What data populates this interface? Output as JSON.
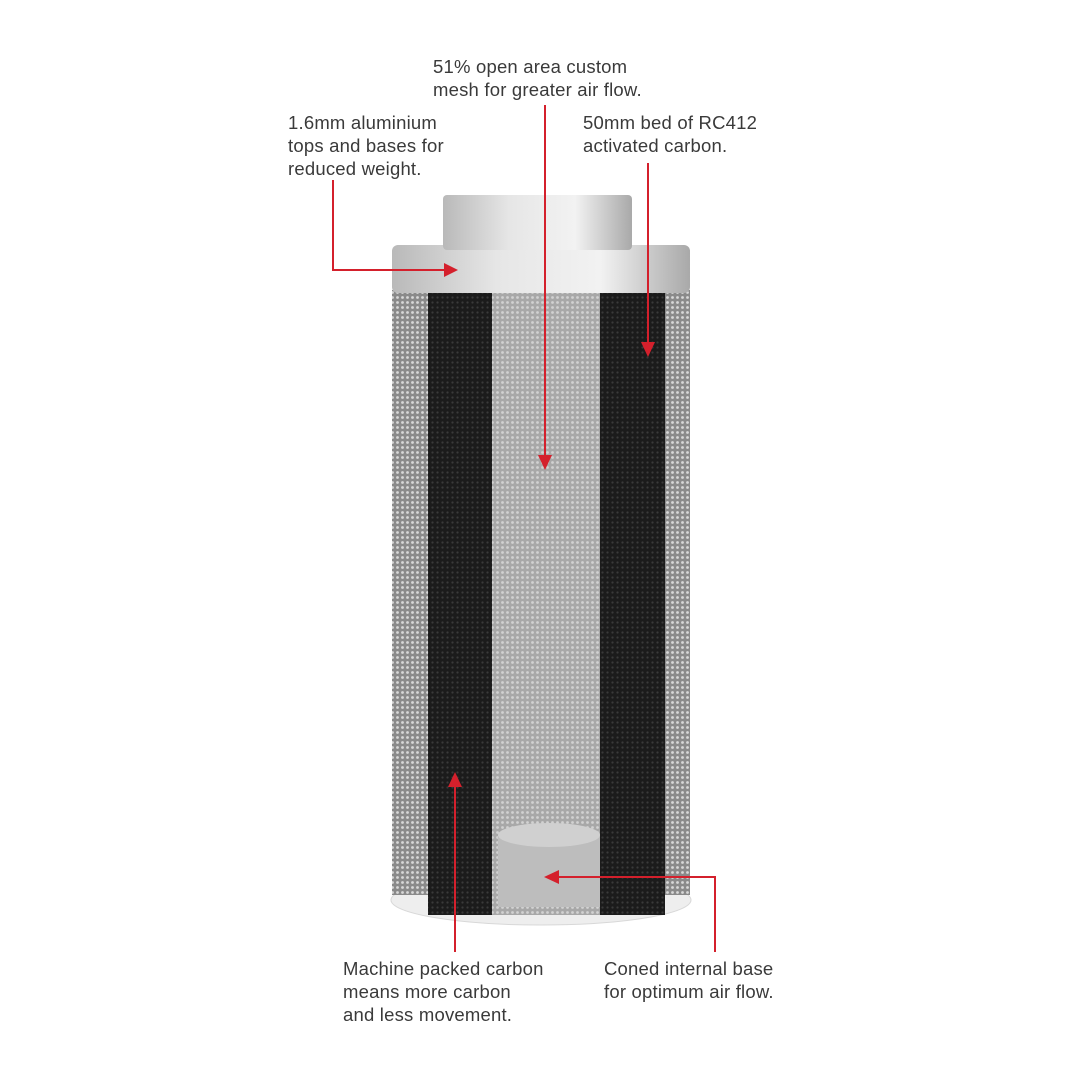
{
  "callouts": {
    "mesh": "51% open area custom\nmesh for greater air flow.",
    "aluminium": "1.6mm aluminium\ntops and bases for\nreduced weight.",
    "carbon_bed": "50mm bed of RC412\nactivated carbon.",
    "machine_packed": "Machine packed carbon\nmeans more carbon\nand less movement.",
    "coned_base": "Coned internal base\nfor optimum air flow."
  },
  "colors": {
    "arrow": "#d4202c",
    "carbon": "#1a1a1a",
    "mesh": "#9a9a9a",
    "metal": "#cfcfcf"
  }
}
